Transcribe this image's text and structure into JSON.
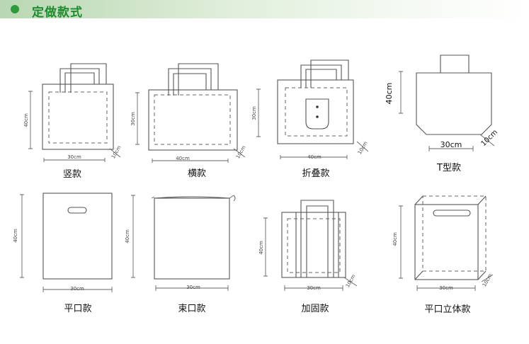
{
  "header": {
    "title": "定做款式"
  },
  "bags": [
    {
      "name": "竖款",
      "width_label": "30cm",
      "height_label": "40cm",
      "gusset_label": "10cm"
    },
    {
      "name": "横款",
      "width_label": "40cm",
      "height_label": "30cm",
      "gusset_label": "10cm"
    },
    {
      "name": "折叠款",
      "width_label": "40cm",
      "height_label": "30cm",
      "gusset_label": "10cm"
    },
    {
      "name": "T型款",
      "width_label": "30cm",
      "height_label": "40cm",
      "gusset_label": "10cm"
    },
    {
      "name": "平口款",
      "width_label": "30cm",
      "height_label": "40cm"
    },
    {
      "name": "束口款",
      "width_label": "30cm",
      "height_label": "40cm"
    },
    {
      "name": "加固款",
      "width_label": "30cm",
      "height_label": "40cm",
      "gusset_label": "10cm"
    },
    {
      "name": "平口立体款",
      "width_label": "30cm",
      "height_label": "40cm",
      "gusset_label": "10cm"
    }
  ]
}
